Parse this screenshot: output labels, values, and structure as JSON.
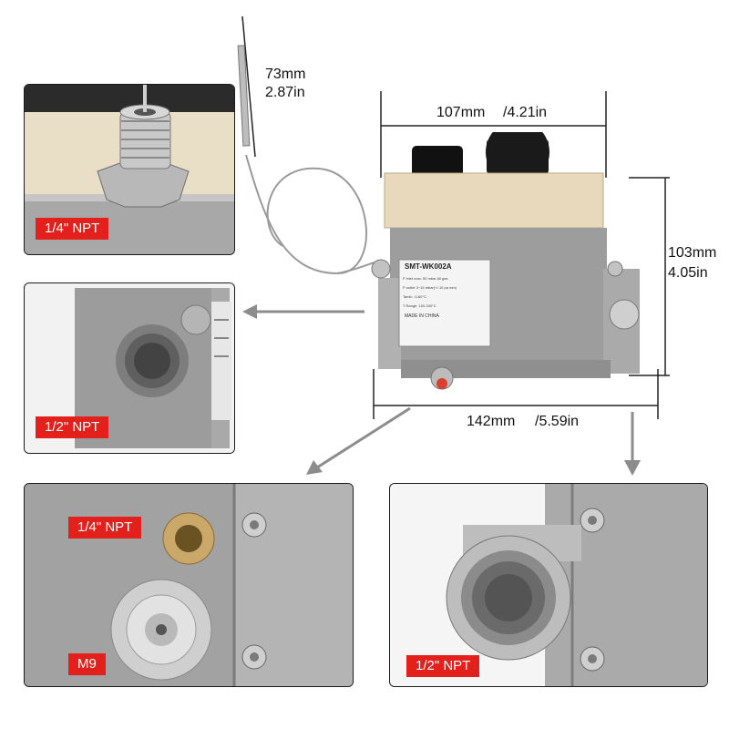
{
  "dimensions": {
    "sensor_length": {
      "mm": "73mm",
      "in": "2.87in"
    },
    "width": {
      "mm": "107mm",
      "in": "/4.21in"
    },
    "height": {
      "mm": "103mm",
      "in": "4.05in"
    },
    "length": {
      "mm": "142mm",
      "in": "/5.59in"
    }
  },
  "label": {
    "model": "SMT-WK002A",
    "line1": "P inlet max: 50 mbar",
    "line1b": "All gas",
    "line2": "P outlet 3~15 mbar(+/-10 pa mm)",
    "line3": "Tamb: -0-60°C",
    "line4": "T Range: 100-340°C",
    "line5": "MADE IN CHINA"
  },
  "callouts": {
    "fitting_top": "1/4\" NPT",
    "inlet_side": "1/2\" NPT",
    "pilot_outlet": "1/4\" NPT",
    "thermocouple": "M9",
    "main_outlet": "1/2\" NPT"
  },
  "colors": {
    "tag_red": "#e3201b",
    "arrow_gray": "#8c8c8c"
  }
}
